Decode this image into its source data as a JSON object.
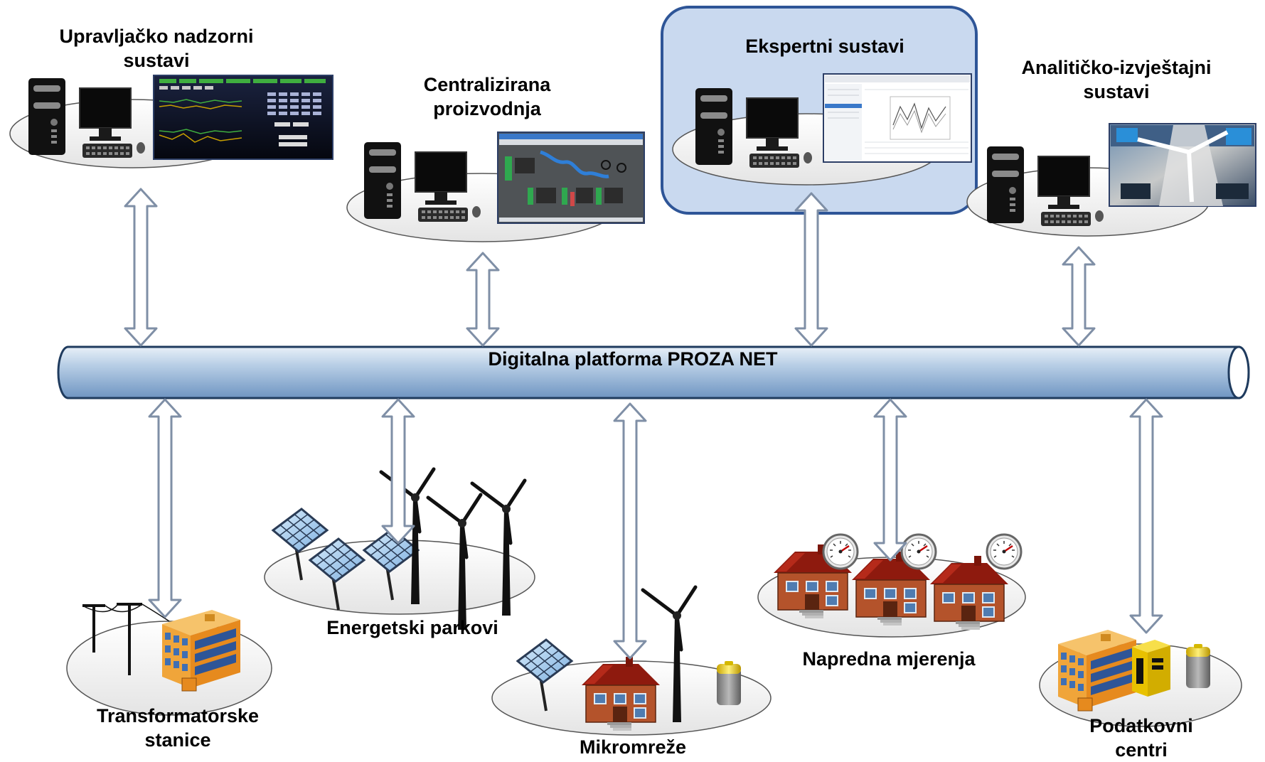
{
  "platform": {
    "label": "Digitalna platforma PROZA NET"
  },
  "top_systems": [
    {
      "label": "Upravljačko nadzorni sustavi"
    },
    {
      "label": "Centralizirana proizvodnja"
    },
    {
      "label": "Ekspertni sustavi"
    },
    {
      "label": "Analitičko-izvještajni sustavi"
    }
  ],
  "bottom_systems": [
    {
      "label": "Transformatorske stanice"
    },
    {
      "label": "Energetski parkovi"
    },
    {
      "label": "Mikromreže"
    },
    {
      "label": "Napredna mjerenja"
    },
    {
      "label": "Podatkovni centri"
    }
  ],
  "colors": {
    "bus_fill": "#b9cfe6",
    "bus_stroke": "#1f3b5e",
    "arrow_fill": "#ffffff",
    "arrow_stroke": "#7f8fa6",
    "highlight_fill": "#c9d9ef",
    "highlight_stroke": "#2e5597",
    "roof": "#9b1c0e",
    "brick": "#b4532b",
    "building": "#f0a53a",
    "panel": "#a8cdf0"
  }
}
